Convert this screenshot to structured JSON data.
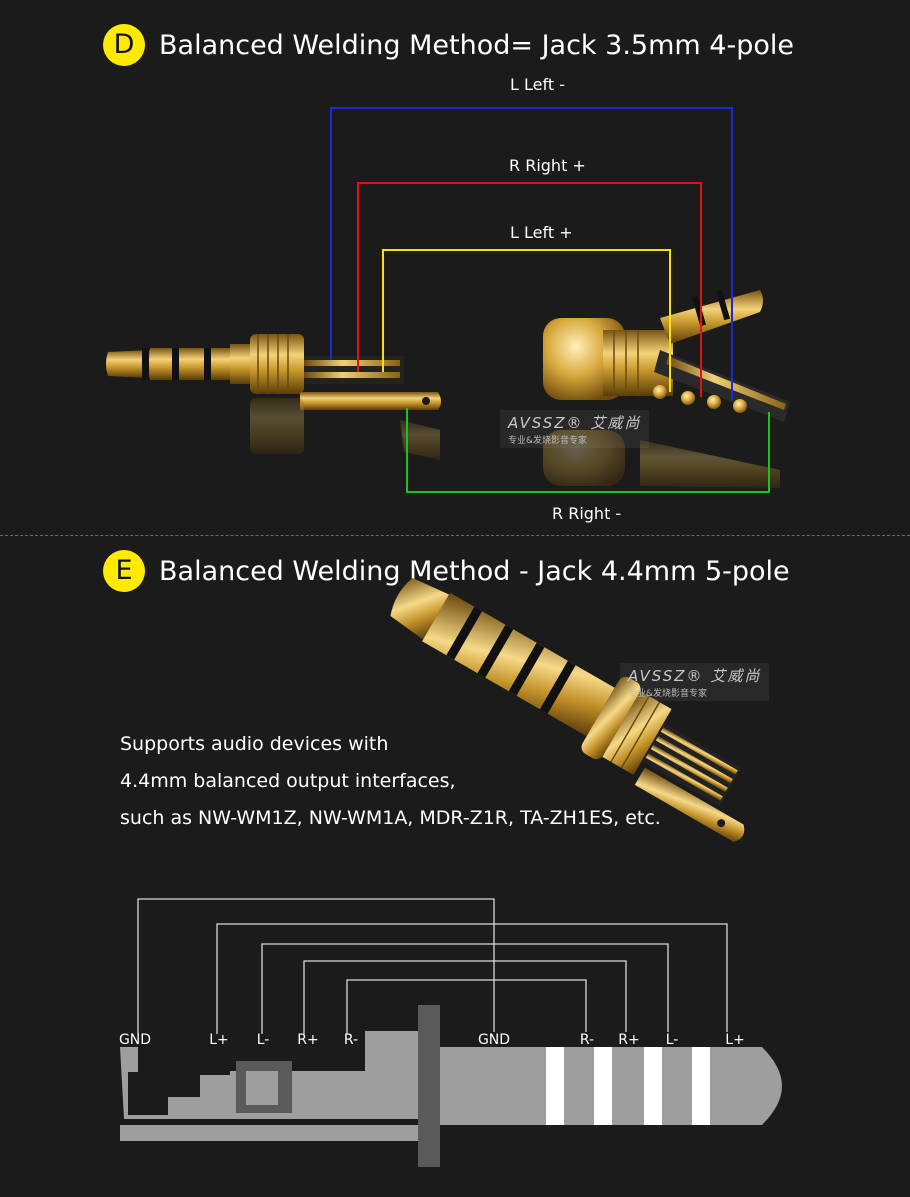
{
  "section_d": {
    "badge": "D",
    "title": "Balanced Welding Method= Jack 3.5mm 4-pole",
    "wires": {
      "l_minus": "L Left -",
      "r_plus": "R Right +",
      "l_plus": "L Left +",
      "r_minus": "R Right -"
    },
    "colors": {
      "l_minus": "#1a2bd6",
      "r_plus": "#e01414",
      "l_plus": "#f2e20e",
      "r_minus": "#17c61d"
    }
  },
  "section_e": {
    "badge": "E",
    "title": "Balanced Welding Method - Jack 4.4mm 5-pole",
    "description": [
      "Supports audio devices with",
      "4.4mm balanced output interfaces,",
      "such as NW-WM1Z, NW-WM1A, MDR-Z1R, TA-ZH1ES, etc."
    ],
    "pins_left": [
      "GND",
      "L+",
      "L-",
      "R+",
      "R-"
    ],
    "pins_right": [
      "GND",
      "R-",
      "R+",
      "L-",
      "L+"
    ]
  },
  "watermark": {
    "brand": "AVSSZ® 艾威尚",
    "tagline": "专业&发烧影音专家"
  },
  "colors": {
    "background": "#1b1b1b",
    "badge": "#ffea00",
    "gold": "#c9a23a",
    "diagram_gray": "#9e9e9e"
  }
}
